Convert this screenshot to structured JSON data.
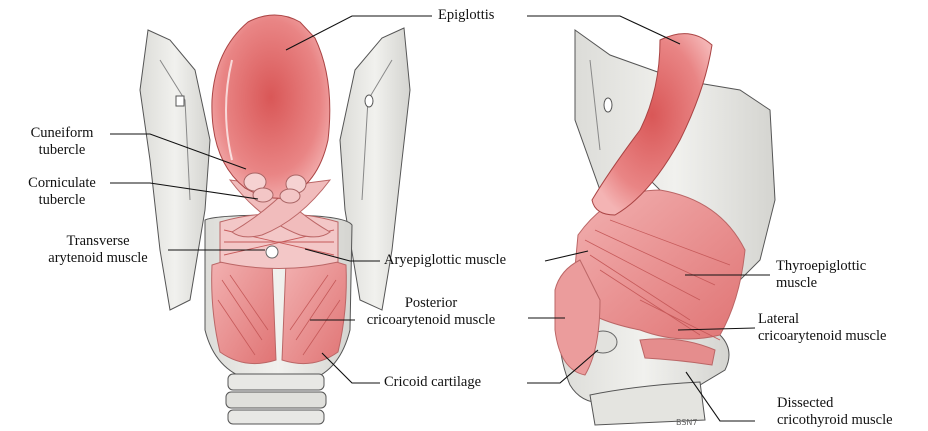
{
  "labels": {
    "epiglottis": "Epiglottis",
    "cuneiform": "Cuneiform\ntubercle",
    "corniculate": "Corniculate\ntubercle",
    "transverse": "Transverse\narytenoid muscle",
    "aryepiglottic": "Aryepiglottic muscle",
    "posterior": "Posterior\ncricoarytenoid muscle",
    "cricoid": "Cricoid cartilage",
    "thyroepiglottic": "Thyroepiglottic\nmuscle",
    "lateral": "Lateral\ncricoarytenoid muscle",
    "dissected": "Dissected\ncricothyroid muscle"
  },
  "signature": "BSN7",
  "colors": {
    "muscle": "#e88a8a",
    "muscle_dark": "#d65b5b",
    "cartilage": "#ececea",
    "outline": "#555555",
    "leader": "#111111"
  }
}
